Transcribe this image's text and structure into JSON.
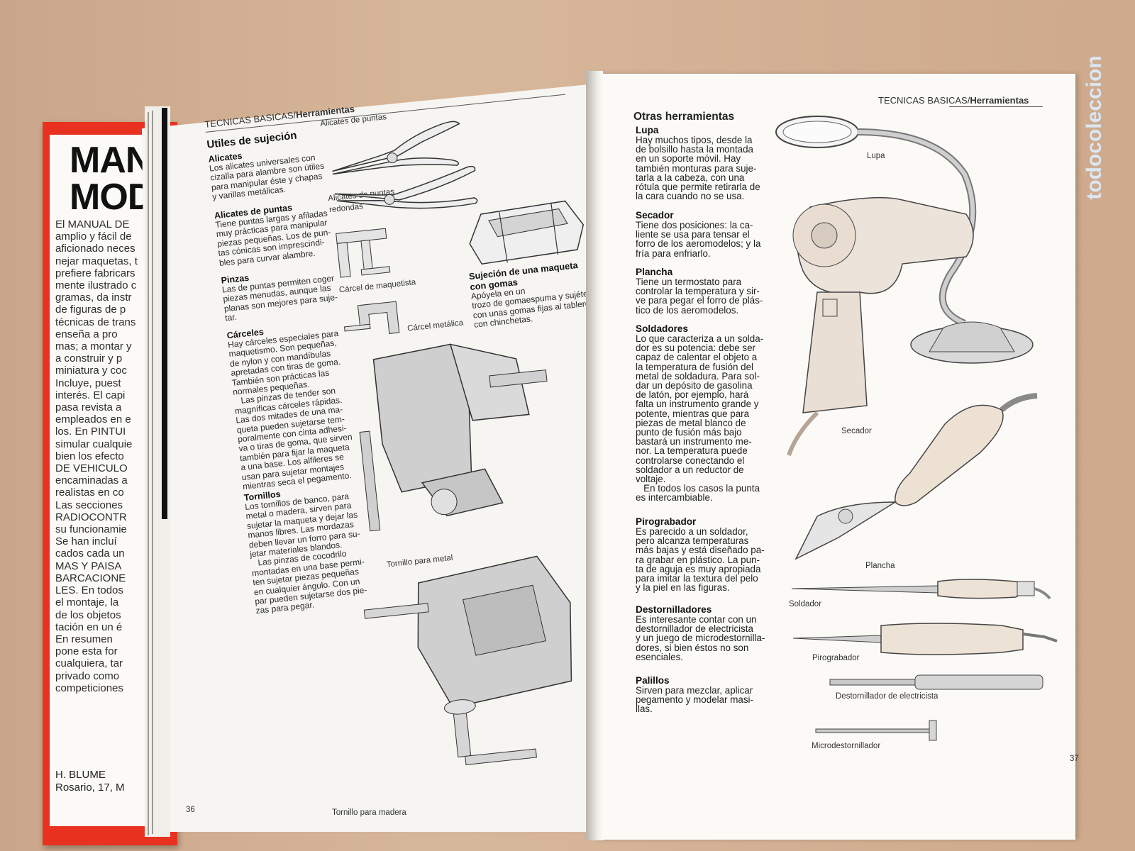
{
  "watermark": "todocoleccion",
  "cover": {
    "title_line1": "MAN",
    "title_line2": "MOD",
    "text_lines": [
      "El MANUAL DE",
      "amplio y fácil de",
      "aficionado neces",
      "nejar maquetas, t",
      "prefiere fabricars",
      "mente ilustrado c",
      "gramas, da instr",
      "de figuras de p",
      "técnicas de trans",
      "enseña a pro",
      "mas; a montar y",
      "a construir y p",
      "miniatura y coc",
      "Incluye, puest",
      "interés. El capi",
      "pasa revista a",
      "empleados en e",
      "los. En PINTUI",
      "simular cualquie",
      "bien los efecto",
      "DE VEHICULO",
      "encaminadas a",
      "realistas en co",
      "Las secciones",
      "RADIOCONTR",
      "su funcionamie",
      "Se han incluí",
      "cados cada un",
      "MAS Y PAISA",
      "BARCACIONE",
      "LES. En todos",
      "el montaje, la",
      "de los objetos",
      "tación en un é",
      "En resumen",
      "pone esta for",
      "cualquiera, tar",
      "privado como",
      "competiciones"
    ],
    "publisher_lines": [
      "H. BLUME",
      "Rosario, 17, M"
    ]
  },
  "left_page": {
    "header_section": "TECNICAS BASICAS/",
    "header_topic": "Herramientas",
    "title": "Utiles de sujeción",
    "alicates_h": "Alicates",
    "alicates_t": "Los alicates universales con\ncizalla para alambre son útiles\npara manipular éste y chapas\ny varillas metálicas.",
    "puntas_h": "Alicates de puntas",
    "puntas_t": "Tiene puntas largas y afiladas\nmuy prácticas para manipular\npiezas pequeñas. Los de pun-\ntas cónicas son imprescindi-\nbles para curvar alambre.",
    "pinzas_h": "Pinzas",
    "pinzas_t": "Las de puntas permiten coger\npiezas menudas, aunque las\nplanas son mejores para suje-\ntar.",
    "carceles_h": "Cárceles",
    "carceles_t": "Hay cárceles especiales para\nmaquetismo. Son pequeñas,\nde nylon y con mandíbulas\napretadas con tiras de goma.\nTambién son prácticas las\nnormales pequeñas.\n   Las pinzas de tender son\nmagníficas cárceles rápidas.\nLas dos mitades de una ma-\nqueta pueden sujetarse tem-\nporalmente con cinta adhesi-\nva o tiras de goma, que sirven\ntambién para fijar la maqueta\na una base. Los alfileres se\nusan para sujetar montajes\nmientras seca el pegamento.",
    "tornillos_h": "Tornillos",
    "tornillos_t": "Los tornillos de banco, para\nmetal o madera, sirven para\nsujetar la maqueta y dejar las\nmanos libres. Las mordazas\ndeben llevar un forro para su-\njetar materiales blandos.\n   Las pinzas de cocodrilo\nmontadas en una base permi-\nten sujetar piezas pequeñas\nen cualquier ángulo. Con un\npar pueden sujetarse dos pie-\nzas para pegar.",
    "cap_alicates": "Alicates de puntas",
    "cap_redondas": "Alicates de puntas\nredondas",
    "cap_carcel_maq": "Cárcel de maquetista",
    "cap_carcel_met": "Cárcel metálica",
    "sujecion_h": "Sujeción de una maqueta\ncon gomas",
    "sujecion_t": "Apóyela en un\ntrozo de gomaespuma y sujétela\ncon unas gomas fijas al tablero\ncon chinchetas.",
    "cap_tornillo_metal": "Tornillo para metal",
    "cap_tornillo_madera": "Tornillo para madera",
    "page_no": "36"
  },
  "right_page": {
    "header_section": "TECNICAS BASICAS/",
    "header_topic": "Herramientas",
    "title": "Otras herramientas",
    "lupa_h": "Lupa",
    "lupa_t": "Hay muchos tipos, desde la\nde bolsillo hasta la montada\nen un soporte móvil. Hay\ntambién monturas para suje-\ntarla a la cabeza, con una\nrótula que permite retirarla de\nla cara cuando no se usa.",
    "secador_h": "Secador",
    "secador_t": "Tiene dos posiciones: la ca-\nliente se usa para tensar el\nforro de los aeromodelos; y la\nfría para enfriarlo.",
    "plancha_h": "Plancha",
    "plancha_t": "Tiene un termostato para\ncontrolar la temperatura y sir-\nve para pegar el forro de plás-\ntico de los aeromodelos.",
    "soldadores_h": "Soldadores",
    "soldadores_t": "Lo que caracteriza a un solda-\ndor es su potencia: debe ser\ncapaz de calentar el objeto a\nla temperatura de fusión del\nmetal de soldadura. Para sol-\ndar un depósito de gasolina\nde latón, por ejemplo, hará\nfalta un instrumento grande y\npotente, mientras que para\npiezas de metal blanco de\npunto de fusión más bajo\nbastará un instrumento me-\nnor. La temperatura puede\ncontrolarse conectando el\nsoldador a un reductor de\nvoltaje.\n   En todos los casos la punta\nes intercambiable.",
    "pirograbador_h": "Pirograbador",
    "pirograbador_t": "Es parecido a un soldador,\npero alcanza temperaturas\nmás bajas y está diseñado pa-\nra grabar en plástico. La pun-\nta de aguja es muy apropiada\npara imitar la textura del pelo\ny la piel en las figuras.",
    "destornilladores_h": "Destornilladores",
    "destornilladores_t": "Es interesante contar con un\ndestornillador de electricista\ny un juego de microdestornilla-\ndores, si bien éstos no son\nesenciales.",
    "palillos_h": "Palillos",
    "palillos_t": "Sirven para mezclar, aplicar\npegamento y modelar masi-\nllas.",
    "cap_lupa": "Lupa",
    "cap_secador": "Secador",
    "cap_plancha": "Plancha",
    "cap_soldador": "Soldador",
    "cap_pirograbador": "Pirograbador",
    "cap_destornillador": "Destornillador de electricista",
    "cap_micro": "Microdestornillador",
    "page_no": "37"
  }
}
